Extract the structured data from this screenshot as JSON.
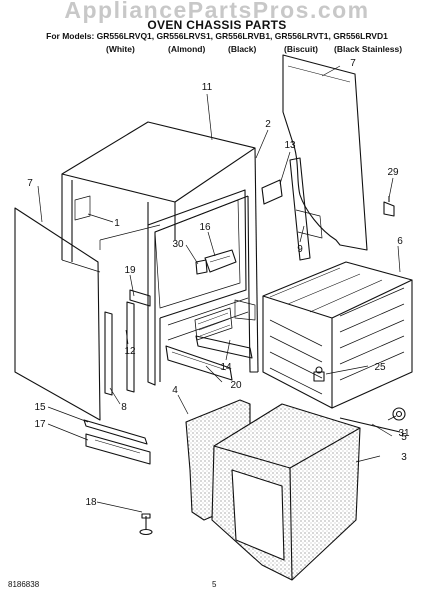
{
  "header": {
    "watermark": "AppliancePartsPros.com",
    "title": "OVEN CHASSIS PARTS",
    "models": "For Models: GR556LRVQ1, GR556LRVS1, GR556LRVB1, GR556LRVT1, GR556LRVD1",
    "variants": [
      "(White)",
      "(Almond)",
      "(Black)",
      "(Biscuit)",
      "(Black Stainless)"
    ]
  },
  "diagram": {
    "callouts": [
      "7",
      "11",
      "2",
      "13",
      "29",
      "1",
      "16",
      "30",
      "9",
      "6",
      "19",
      "12",
      "14",
      "25",
      "20",
      "4",
      "8",
      "15",
      "31",
      "5",
      "17",
      "3",
      "18"
    ]
  },
  "footer": {
    "doc_number": "8186838",
    "page_number": "5"
  }
}
